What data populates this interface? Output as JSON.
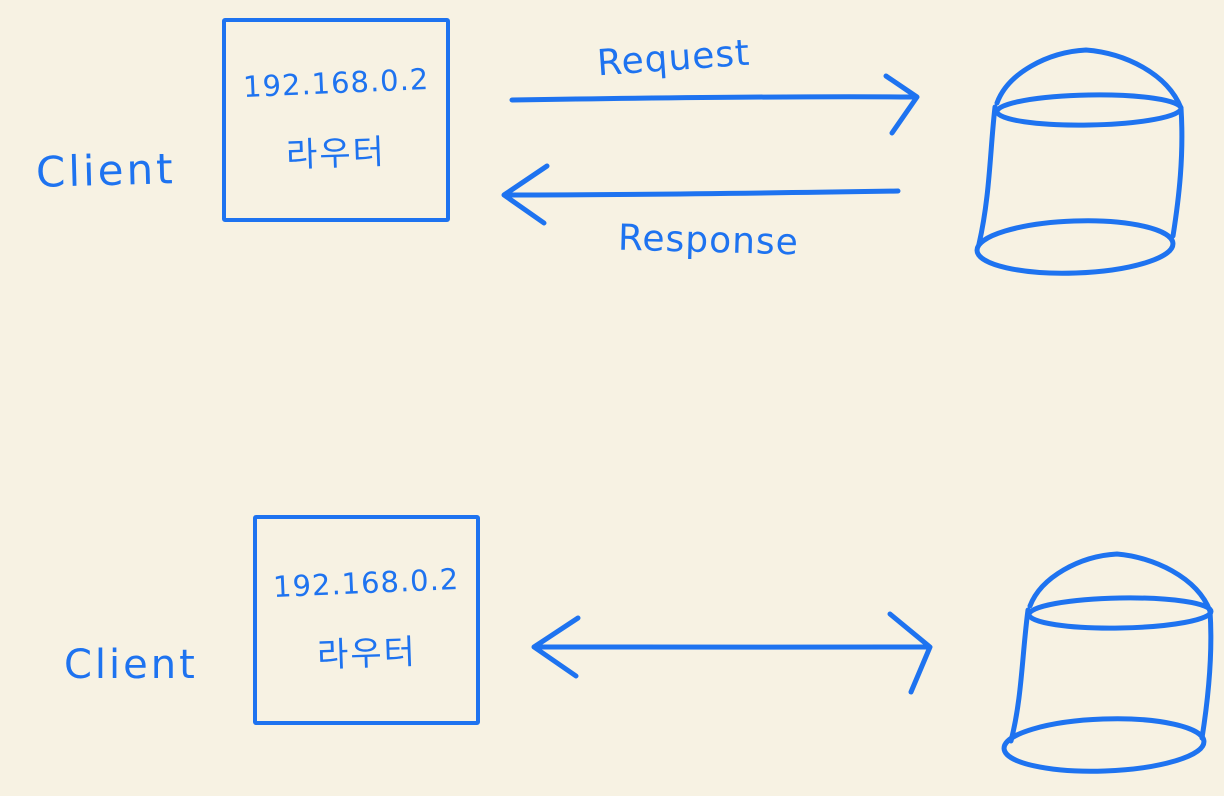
{
  "colors": {
    "background": "#f7f2e3",
    "ink": "#1e73f0"
  },
  "top_section": {
    "client_label": "Client",
    "router_box": {
      "ip_address": "192.168.0.2",
      "device_name": "라우터"
    },
    "request_arrow": {
      "label": "Request",
      "direction": "right",
      "icon": "arrow-right-icon"
    },
    "response_arrow": {
      "label": "Response",
      "direction": "left",
      "icon": "arrow-left-icon"
    },
    "server_icon": "database-cylinder-icon"
  },
  "bottom_section": {
    "client_label": "Client",
    "router_box": {
      "ip_address": "192.168.0.2",
      "device_name": "라우터"
    },
    "link_arrow": {
      "label": "",
      "direction": "both",
      "icon": "arrow-bidirectional-icon"
    },
    "server_icon": "database-cylinder-icon"
  }
}
